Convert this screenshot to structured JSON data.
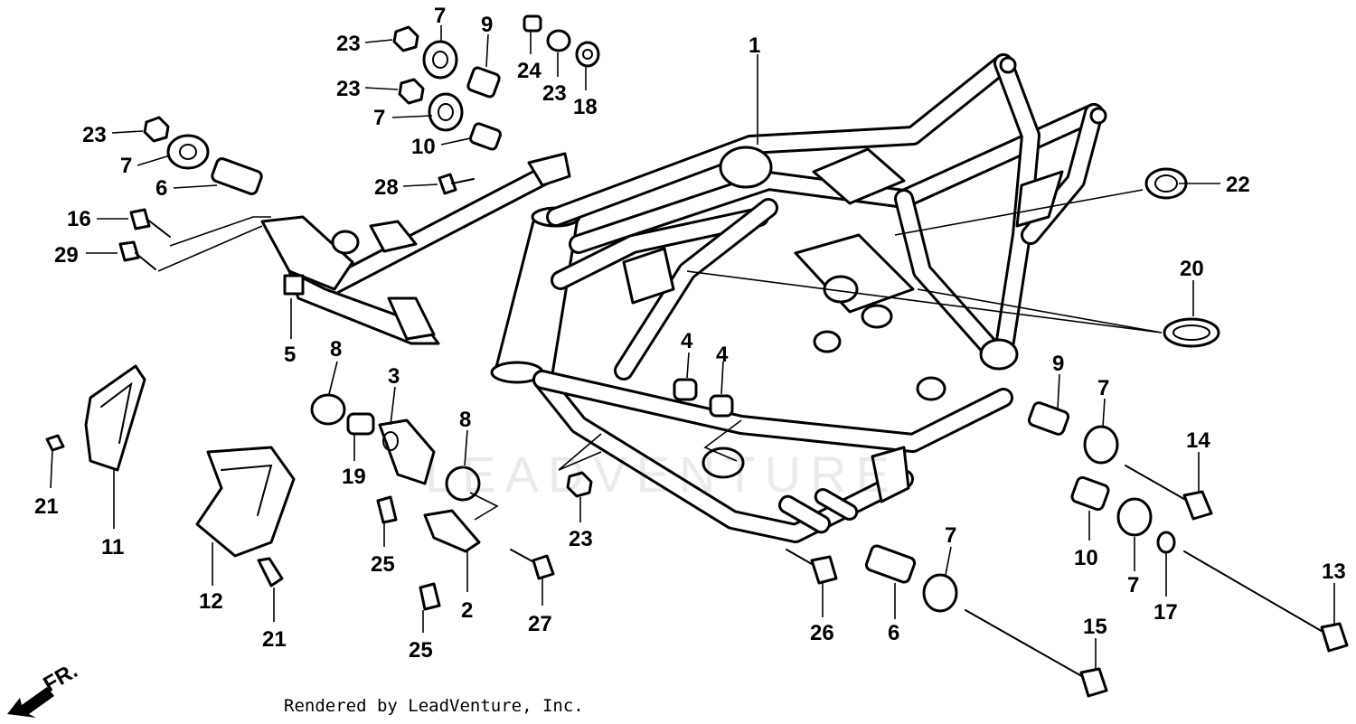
{
  "footer": {
    "credit": "Rendered by LeadVenture, Inc."
  },
  "watermark": {
    "text": "LEADVENTURE"
  },
  "direction_label": "FR.",
  "callouts": [
    {
      "id": "c1",
      "text": "1"
    },
    {
      "id": "c2",
      "text": "2"
    },
    {
      "id": "c3",
      "text": "3"
    },
    {
      "id": "c4a",
      "text": "4"
    },
    {
      "id": "c4b",
      "text": "4"
    },
    {
      "id": "c5",
      "text": "5"
    },
    {
      "id": "c6a",
      "text": "6"
    },
    {
      "id": "c6b",
      "text": "6"
    },
    {
      "id": "c7a",
      "text": "7"
    },
    {
      "id": "c7b",
      "text": "7"
    },
    {
      "id": "c7c",
      "text": "7"
    },
    {
      "id": "c7d",
      "text": "7"
    },
    {
      "id": "c7e",
      "text": "7"
    },
    {
      "id": "c7f",
      "text": "7"
    },
    {
      "id": "c8a",
      "text": "8"
    },
    {
      "id": "c8b",
      "text": "8"
    },
    {
      "id": "c9a",
      "text": "9"
    },
    {
      "id": "c9b",
      "text": "9"
    },
    {
      "id": "c10a",
      "text": "10"
    },
    {
      "id": "c10b",
      "text": "10"
    },
    {
      "id": "c11",
      "text": "11"
    },
    {
      "id": "c12",
      "text": "12"
    },
    {
      "id": "c13",
      "text": "13"
    },
    {
      "id": "c14",
      "text": "14"
    },
    {
      "id": "c15",
      "text": "15"
    },
    {
      "id": "c16",
      "text": "16"
    },
    {
      "id": "c17",
      "text": "17"
    },
    {
      "id": "c18",
      "text": "18"
    },
    {
      "id": "c19",
      "text": "19"
    },
    {
      "id": "c20",
      "text": "20"
    },
    {
      "id": "c21a",
      "text": "21"
    },
    {
      "id": "c21b",
      "text": "21"
    },
    {
      "id": "c22",
      "text": "22"
    },
    {
      "id": "c23a",
      "text": "23"
    },
    {
      "id": "c23b",
      "text": "23"
    },
    {
      "id": "c23c",
      "text": "23"
    },
    {
      "id": "c23d",
      "text": "23"
    },
    {
      "id": "c23e",
      "text": "23"
    },
    {
      "id": "c24",
      "text": "24"
    },
    {
      "id": "c25a",
      "text": "25"
    },
    {
      "id": "c25b",
      "text": "25"
    },
    {
      "id": "c26",
      "text": "26"
    },
    {
      "id": "c27",
      "text": "27"
    },
    {
      "id": "c28",
      "text": "28"
    },
    {
      "id": "c29",
      "text": "29"
    }
  ]
}
